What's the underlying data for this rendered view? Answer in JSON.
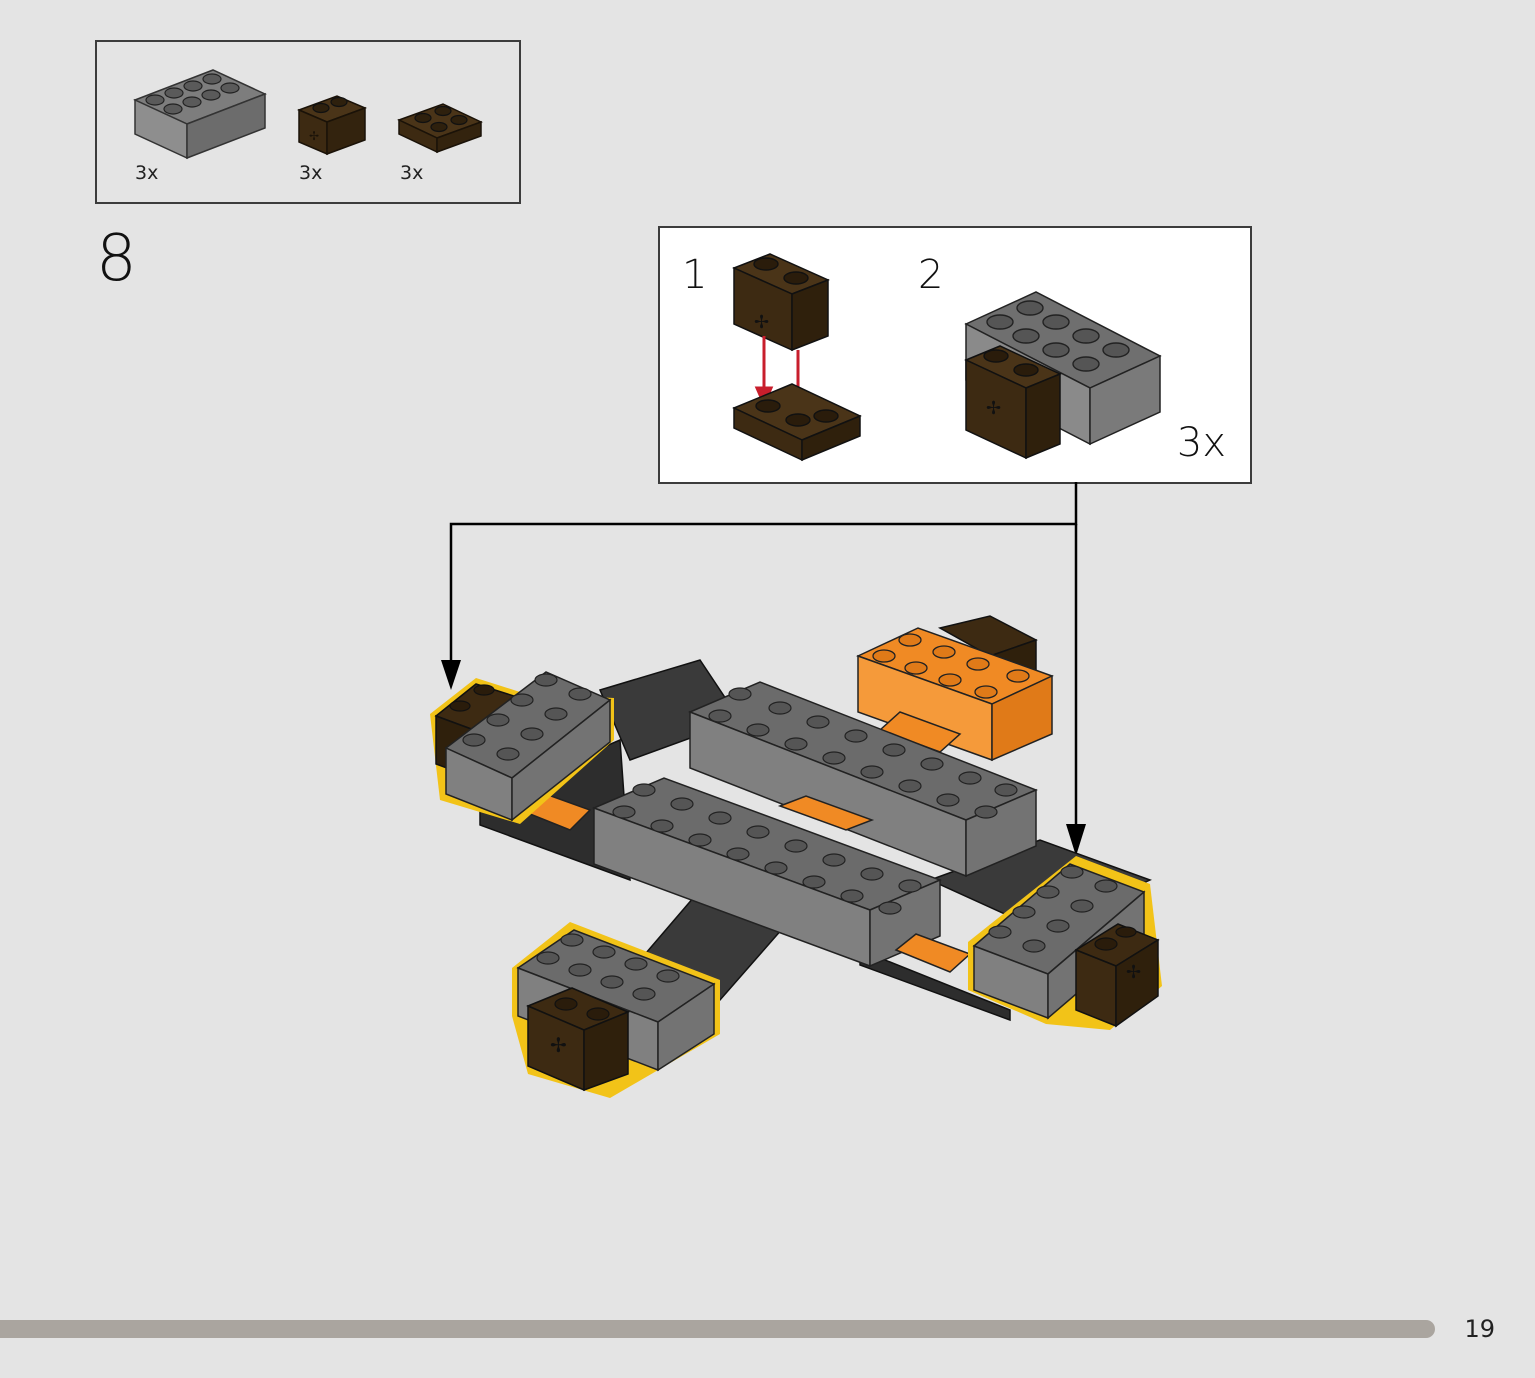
{
  "parts_list": {
    "items": [
      {
        "part": "brick-2x4-dark-gray",
        "qty": "3x"
      },
      {
        "part": "brick-1x2-with-axle-hole-dark-brown",
        "qty": "3x"
      },
      {
        "part": "plate-2x2-dark-brown",
        "qty": "3x"
      }
    ]
  },
  "step": {
    "number": "8"
  },
  "sub_assembly": {
    "steps": [
      {
        "number": "1"
      },
      {
        "number": "2"
      }
    ],
    "qty": "3x"
  },
  "footer": {
    "page_number": "19"
  },
  "colors": {
    "background": "#e4e4e4",
    "dark_gray": "#6b6b6b",
    "dark_brown": "#3d2a12",
    "orange": "#f08a24",
    "highlight": "#f2c318",
    "arrow_red": "#c81e2c",
    "progress": "#aaa59f"
  }
}
